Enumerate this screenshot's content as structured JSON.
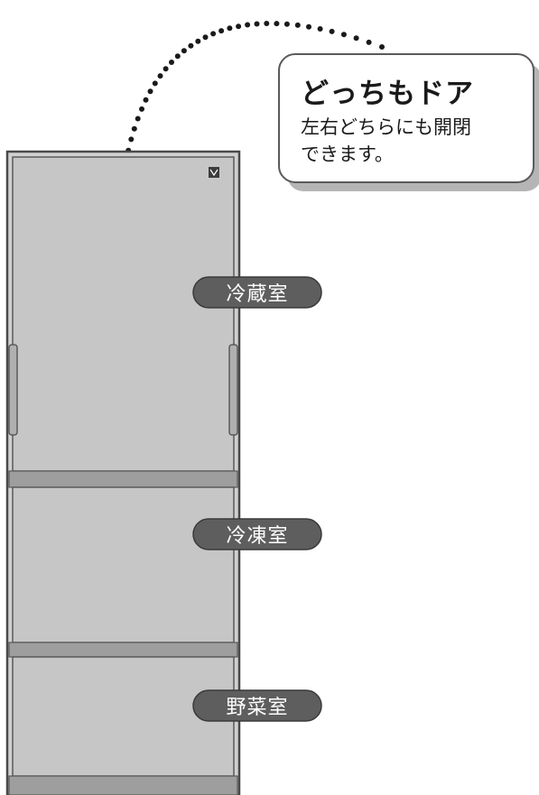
{
  "callout": {
    "title": "どっちもドア",
    "lines": [
      "左右どちらにも開閉",
      "できます。"
    ]
  },
  "labels": {
    "fridge": "冷蔵室",
    "freezer": "冷凍室",
    "vegetable": "野菜室"
  },
  "colors": {
    "door_fill": "#c9c9c9",
    "frame_stroke": "#4a4a4a",
    "band_fill": "#9a9a9a",
    "pill_fill": "#5e5e5e",
    "text": "#1a1a1a"
  },
  "icons": [
    "logo-icon",
    "door-swing-dots"
  ]
}
